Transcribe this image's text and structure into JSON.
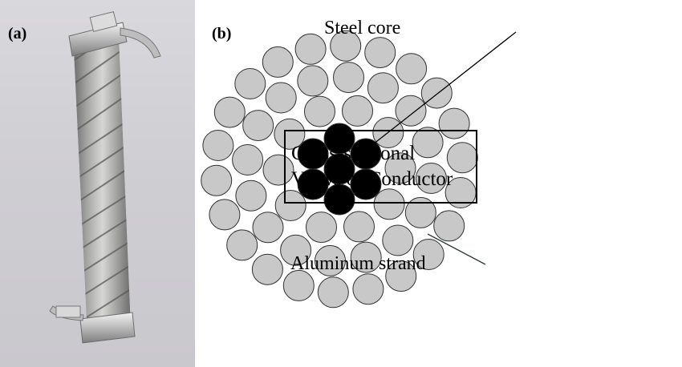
{
  "panel_a": {
    "label": "(a)"
  },
  "panel_b": {
    "label": "(b)",
    "labels": {
      "steel_core": "Steel core",
      "aluminum_strand": "Aluminum strand",
      "box_line1": "Cross-sectional",
      "box_line2": "Views of Conductor"
    }
  },
  "colors": {
    "aluminum_fill": "#c8c8c8",
    "steel_fill": "#000000",
    "outline": "#333333",
    "leader_line": "#2f3a39"
  }
}
